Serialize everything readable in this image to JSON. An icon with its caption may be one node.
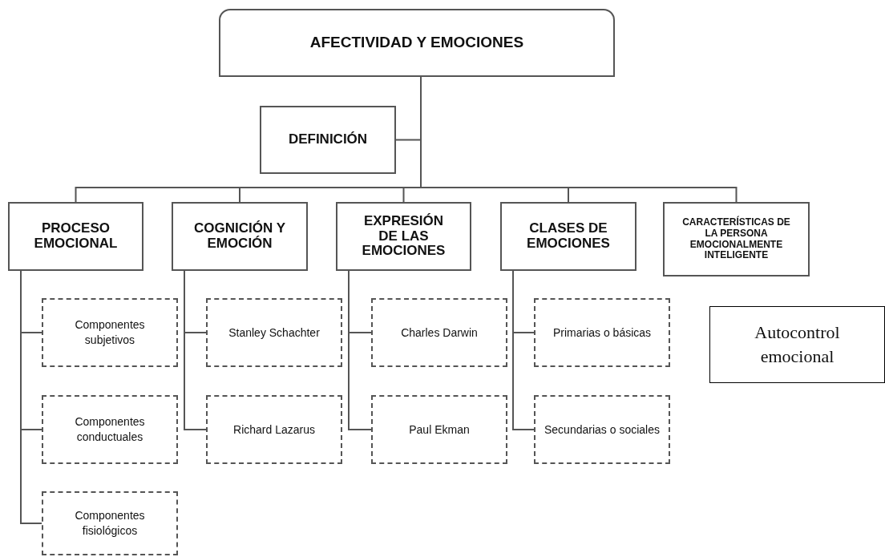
{
  "diagram": {
    "nodes": [
      {
        "text": [
          "AFECTIVIDAD  Y EMOCIONES"
        ]
      },
      {
        "text": [
          "DEFINICIÓN"
        ]
      },
      {
        "text": [
          "PROCESO EMOCIONAL"
        ]
      },
      {
        "text": [
          "COGNICIÓN Y EMOCIÓN"
        ]
      },
      {
        "text": [
          "EXPRESIÓN DE LAS EMOCIONES"
        ]
      },
      {
        "text": [
          "CLASES DE EMOCIONES"
        ]
      },
      {
        "text": [
          "CARACTERÍSTICAS DE LA PERSONA EMOCIONALMENTE INTELIGENTE"
        ]
      },
      {
        "text": [
          "Componentes subjetivos"
        ]
      },
      {
        "text": [
          "Componentes conductuales"
        ]
      },
      {
        "text": [
          "Componentes fisiológicos"
        ]
      },
      {
        "text": [
          "Stanley Schachter"
        ]
      },
      {
        "text": [
          "Richard Lazarus"
        ]
      },
      {
        "text": [
          "Charles Darwin"
        ]
      },
      {
        "text": [
          "Paul Ekman"
        ]
      },
      {
        "text": [
          "Primarias o básicas"
        ]
      },
      {
        "text": [
          "Secundarias o sociales"
        ]
      },
      {
        "text": [
          "Autocontrol emocional"
        ]
      }
    ],
    "edges": [
      {
        "from": 0,
        "to": 1,
        "arrow": "none"
      },
      {
        "from": 0,
        "to": 2,
        "arrow": "none"
      },
      {
        "from": 0,
        "to": 3,
        "arrow": "none"
      },
      {
        "from": 0,
        "to": 4,
        "arrow": "none"
      },
      {
        "from": 0,
        "to": 5,
        "arrow": "none"
      },
      {
        "from": 0,
        "to": 6,
        "arrow": "none"
      },
      {
        "from": 2,
        "to": 7,
        "arrow": "none"
      },
      {
        "from": 2,
        "to": 8,
        "arrow": "none"
      },
      {
        "from": 2,
        "to": 9,
        "arrow": "none"
      },
      {
        "from": 3,
        "to": 10,
        "arrow": "none"
      },
      {
        "from": 3,
        "to": 11,
        "arrow": "none"
      },
      {
        "from": 4,
        "to": 12,
        "arrow": "none"
      },
      {
        "from": 4,
        "to": 13,
        "arrow": "none"
      },
      {
        "from": 5,
        "to": 14,
        "arrow": "none"
      },
      {
        "from": 5,
        "to": 15,
        "arrow": "none"
      }
    ]
  }
}
